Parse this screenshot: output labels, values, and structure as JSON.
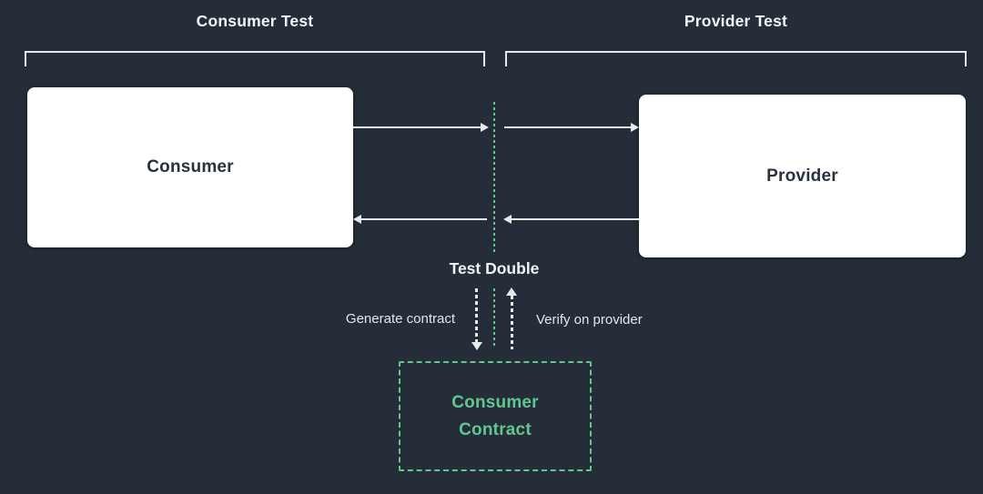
{
  "diagram": {
    "titles": {
      "consumer_test": "Consumer Test",
      "provider_test": "Provider Test"
    },
    "nodes": {
      "consumer": "Consumer",
      "provider": "Provider",
      "test_double": "Test Double",
      "consumer_contract_line1": "Consumer",
      "consumer_contract_line2": "Contract"
    },
    "annotations": {
      "generate_contract": "Generate contract",
      "verify_on_provider": "Verify on provider"
    },
    "colors": {
      "background": "#252D39",
      "accent_green": "#62C78E",
      "line": "#E9EAEC",
      "node_text": "#28323F"
    }
  }
}
